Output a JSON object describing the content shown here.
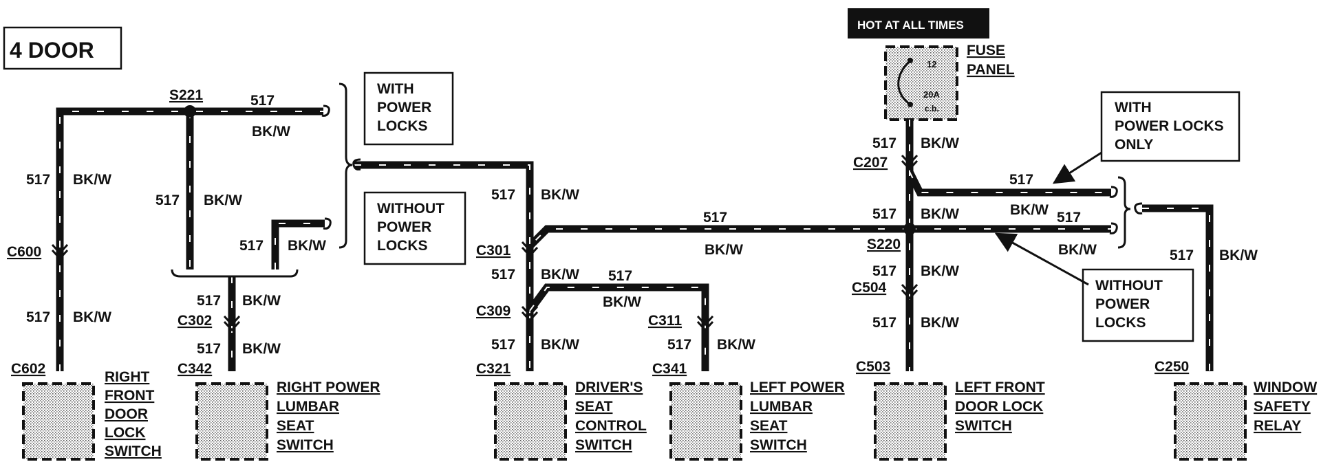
{
  "title": "4 DOOR",
  "hot_label": "HOT AT ALL TIMES",
  "fuse": {
    "label_line1": "FUSE",
    "label_line2": "PANEL",
    "number": "12",
    "rating_line1": "20A",
    "rating_line2": "c.b."
  },
  "circuit": "517",
  "wire_color": "BK/W",
  "splices": {
    "s221": "S221",
    "s220": "S220"
  },
  "connectors": {
    "c600": "C600",
    "c602": "C602",
    "c302": "C302",
    "c342": "C342",
    "c301": "C301",
    "c309": "C309",
    "c321": "C321",
    "c311": "C311",
    "c341": "C341",
    "c207": "C207",
    "c504": "C504",
    "c503": "C503",
    "c250": "C250"
  },
  "notes": {
    "with_power_locks": [
      "WITH",
      "POWER",
      "LOCKS"
    ],
    "without_power_locks_left": [
      "WITHOUT",
      "POWER",
      "LOCKS"
    ],
    "with_power_locks_only": [
      "WITH",
      "POWER LOCKS",
      "ONLY"
    ],
    "without_power_locks_right": [
      "WITHOUT",
      "POWER",
      "LOCKS"
    ]
  },
  "components": {
    "right_front_door_lock_switch": [
      "RIGHT",
      "FRONT",
      "DOOR",
      "LOCK",
      "SWITCH"
    ],
    "right_power_lumbar_seat_switch": [
      "RIGHT POWER",
      "LUMBAR",
      "SEAT",
      "SWITCH"
    ],
    "drivers_seat_control_switch": [
      "DRIVER'S",
      "SEAT",
      "CONTROL",
      "SWITCH"
    ],
    "left_power_lumbar_seat_switch": [
      "LEFT POWER",
      "LUMBAR",
      "SEAT",
      "SWITCH"
    ],
    "left_front_door_lock_switch": [
      "LEFT FRONT",
      "DOOR LOCK",
      "SWITCH"
    ],
    "window_safety_relay": [
      "WINDOW",
      "SAFETY",
      "RELAY"
    ]
  }
}
